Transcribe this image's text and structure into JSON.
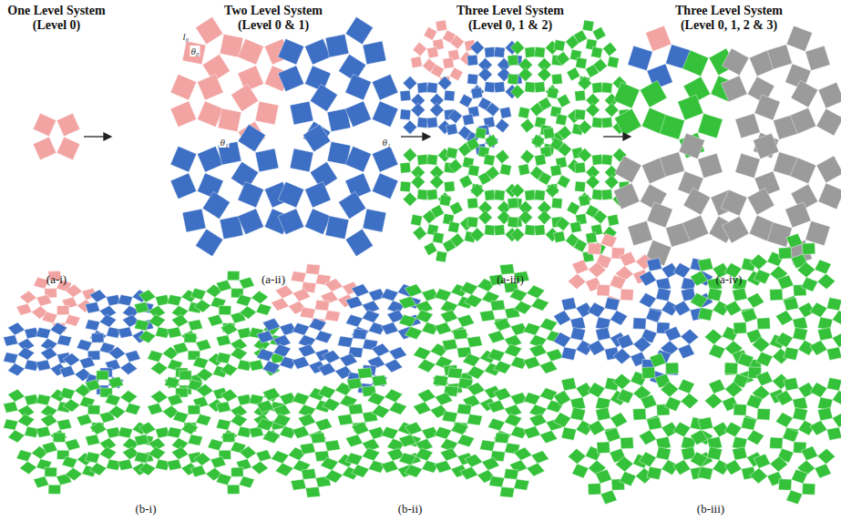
{
  "diagram": {
    "labels": [
      "One Level System",
      "(Level 0)",
      "Two Level System",
      "(Level 0 & 1)",
      "Three Level System",
      "(Level 0, 1 & 2)",
      "Three Level System",
      "(Level 0, 1, 2 & 3)",
      "l₀",
      "θ₀",
      "θ₁",
      "θ₁",
      "(a-i)",
      "(a-ii)",
      "(a-iii)",
      "(a-iv)",
      "(b-i)",
      "(b-ii)",
      "(b-iii)"
    ]
  }
}
